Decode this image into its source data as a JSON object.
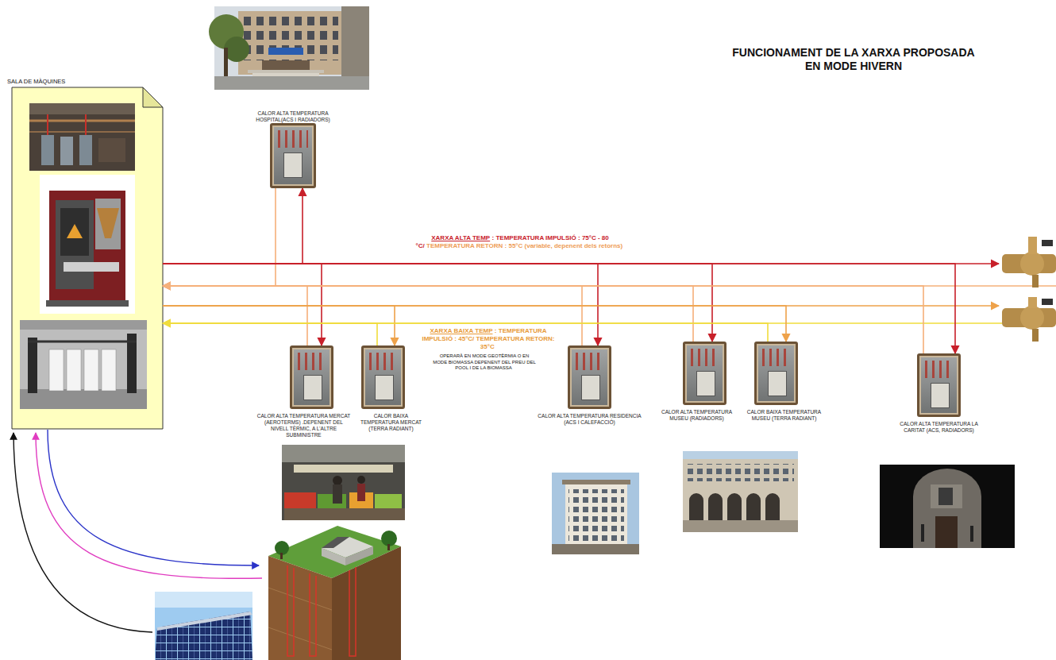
{
  "diagram": {
    "title": "FUNCIONAMENT DE LA XARXA PROPOSADA EN MODE HIVERN",
    "nodes": [
      {
        "text": [
          "SALA DE MÀQUINES"
        ]
      },
      {
        "text": [
          "CALOR ALTA TEMPERATURA HOSPITAL(ACS I RADIADORS)"
        ]
      },
      {
        "text": [
          "CALOR ALTA TEMPERATURA MERCAT (AEROTERMS) .DEPENENT DEL NIVELL TÈRMIC, A L'ALTRE SUBMINISTRE"
        ]
      },
      {
        "text": [
          "CALOR BAIXA TEMPERATURA MERCAT (TERRA RADIANT)"
        ]
      },
      {
        "text": [
          "CALOR ALTA TEMPERATURA RESIDENCIA (ACS I CALEFACCIÓ)"
        ]
      },
      {
        "text": [
          "CALOR ALTA TEMPERATURA MUSEU (RADIADORS)"
        ]
      },
      {
        "text": [
          "CALOR BAIXA TEMPERATURA MUSEU (TERRA RADIANT)"
        ]
      },
      {
        "text": [
          "CALOR ALTA TEMPERATURA LA CARITAT (ACS, RADIADORS)"
        ]
      }
    ],
    "edges": [
      {
        "from": 0,
        "to": 1,
        "arrow": "to"
      },
      {
        "from": 1,
        "to": 0,
        "arrow": "to"
      },
      {
        "from": 0,
        "to": 2,
        "arrow": "to"
      },
      {
        "from": 2,
        "to": 0,
        "arrow": "to"
      },
      {
        "from": 0,
        "to": 3,
        "arrow": "to"
      },
      {
        "from": 3,
        "to": 0,
        "arrow": "to"
      },
      {
        "from": 0,
        "to": 4,
        "arrow": "to"
      },
      {
        "from": 4,
        "to": 0,
        "arrow": "to"
      },
      {
        "from": 0,
        "to": 5,
        "arrow": "to"
      },
      {
        "from": 5,
        "to": 0,
        "arrow": "to"
      },
      {
        "from": 0,
        "to": 6,
        "arrow": "to"
      },
      {
        "from": 6,
        "to": 0,
        "arrow": "to"
      },
      {
        "from": 0,
        "to": 7,
        "arrow": "to"
      },
      {
        "from": 7,
        "to": 0,
        "arrow": "to"
      }
    ],
    "labels": [
      "XARXA ALTA TEMP",
      ": TEMPERATURA IMPULSIÓ : 75°C - 80 °C/",
      "TEMPERATURA RETORN : 55°C (variable, depenent dels retorns)",
      "XARXA BAIXA TEMP",
      ": TEMPERATURA IMPULSIÓ : 45°C/ TEMPERATURA RETORN: 35°C",
      "OPERARÀ EN MODE GEOTÈRMIA O EN MODE BIOMASSA DEPENENT DEL PREU DEL POOL I DE LA BIOMASSA"
    ]
  }
}
